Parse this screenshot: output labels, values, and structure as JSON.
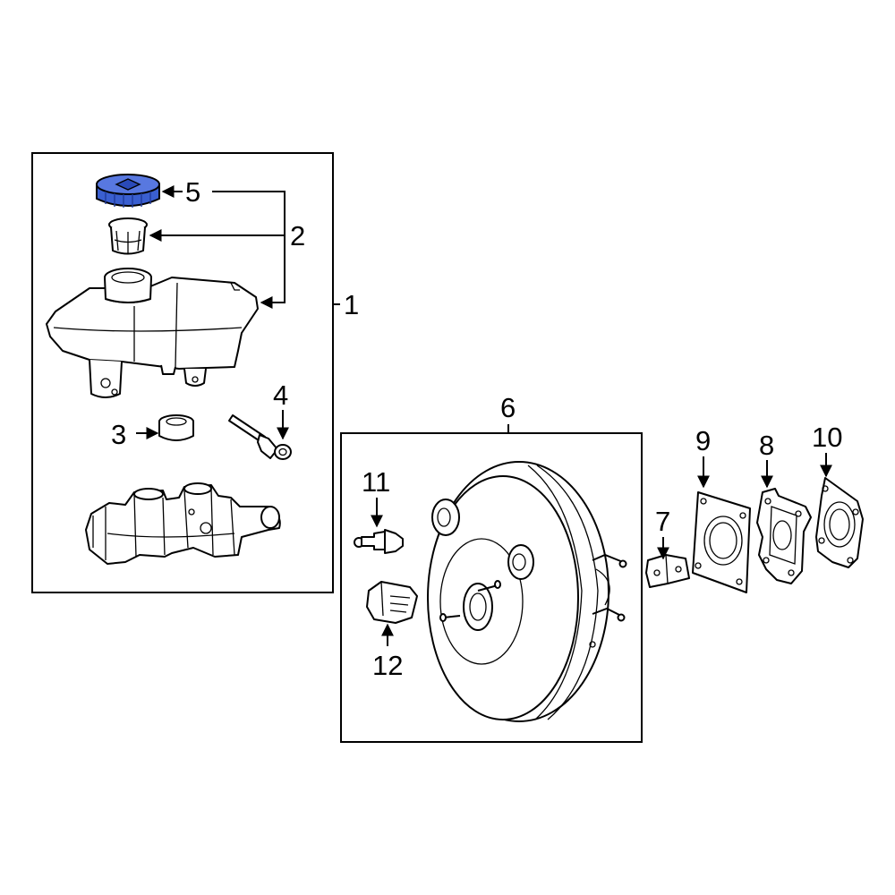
{
  "colors": {
    "highlight": "#3a5fd0",
    "highlight_dark": "#1f3a9a",
    "line": "#000000",
    "background": "#ffffff"
  },
  "callouts": {
    "c1": "1",
    "c2": "2",
    "c3": "3",
    "c4": "4",
    "c5": "5",
    "c6": "6",
    "c7": "7",
    "c8": "8",
    "c9": "9",
    "c10": "10",
    "c11": "11",
    "c12": "12"
  }
}
